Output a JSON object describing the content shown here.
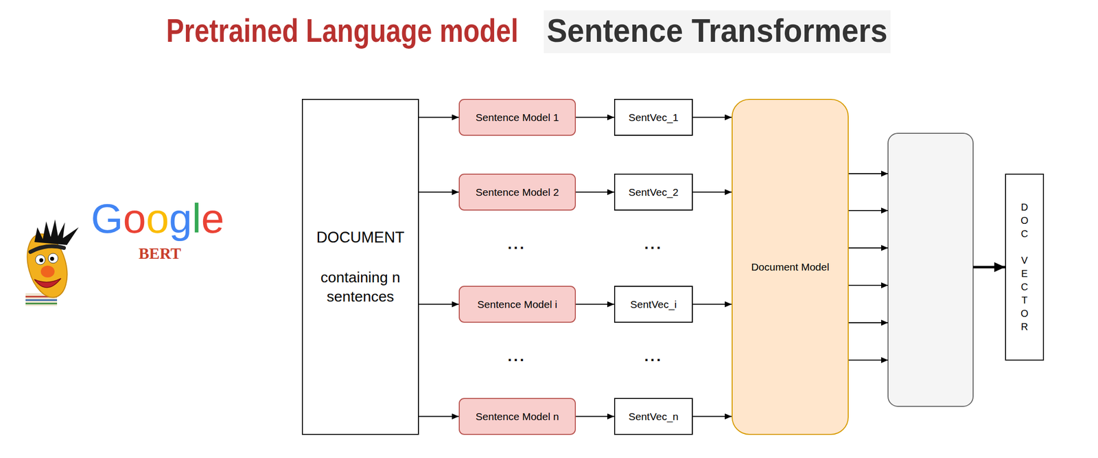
{
  "diagram": {
    "title": "Pretrained Language model",
    "nodes": [
      {
        "text": [
          "DOCUMENT",
          "containing n sentences"
        ]
      },
      {
        "text": [
          "Sentence Model 1"
        ]
      },
      {
        "text": [
          "SentVec_1"
        ]
      },
      {
        "text": [
          "Sentence Model 2"
        ]
      },
      {
        "text": [
          "SentVec_2"
        ]
      },
      {
        "text": [
          "Sentence Model i"
        ]
      },
      {
        "text": [
          "SentVec_i"
        ]
      },
      {
        "text": [
          "Sentence Model n"
        ]
      },
      {
        "text": [
          "SentVec_n"
        ]
      },
      {
        "text": [
          "Document Model"
        ]
      },
      {
        "text": [
          "DOC VECTOR"
        ]
      }
    ],
    "edges": [
      {
        "from": 0,
        "to": 1,
        "arrow": "to"
      },
      {
        "from": 0,
        "to": 3,
        "arrow": "to"
      },
      {
        "from": 0,
        "to": 5,
        "arrow": "to"
      },
      {
        "from": 0,
        "to": 7,
        "arrow": "to"
      },
      {
        "from": 1,
        "to": 2,
        "arrow": "to"
      },
      {
        "from": 3,
        "to": 4,
        "arrow": "to"
      },
      {
        "from": 5,
        "to": 6,
        "arrow": "to"
      },
      {
        "from": 7,
        "to": 8,
        "arrow": "to"
      },
      {
        "from": 2,
        "to": 9,
        "arrow": "to"
      },
      {
        "from": 4,
        "to": 9,
        "arrow": "to"
      },
      {
        "from": 6,
        "to": 9,
        "arrow": "to"
      },
      {
        "from": 8,
        "to": 9,
        "arrow": "to"
      }
    ],
    "labels": [
      "Sentence Transformers",
      "Google",
      "BERT",
      "...",
      "...",
      "...",
      "..."
    ]
  }
}
